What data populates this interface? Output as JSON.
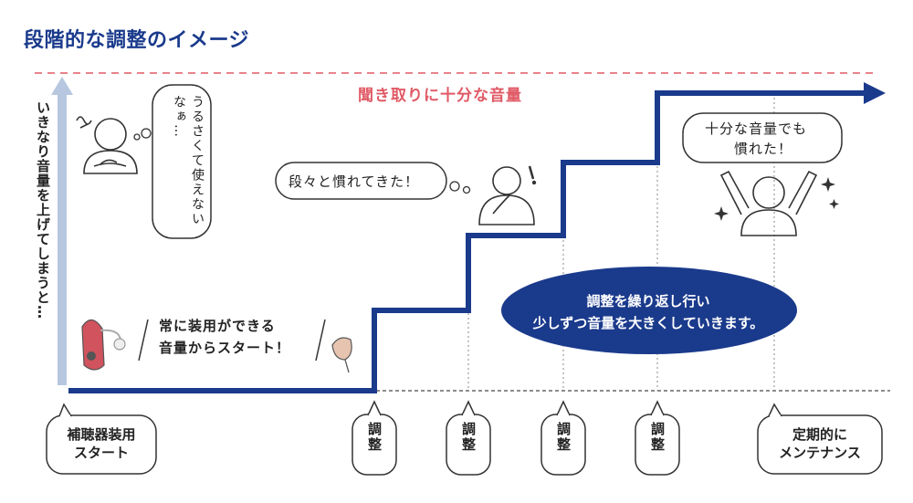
{
  "title": "段階的な調整のイメージ",
  "target_line_label": "聞き取りに十分な音量",
  "y_axis_label": "いきなり音量を上げてしまうと…",
  "bubbles": {
    "annoyed": "うるさくて使えないなぁ…",
    "getting_used": "段々と慣れてきた！",
    "used_to_full": [
      "十分な音量でも",
      "慣れた！"
    ]
  },
  "start_note": [
    "常に装用ができる",
    "音量からスタート！"
  ],
  "process_note": [
    "調整を繰り返し行い",
    "少しずつ音量を大きくしていきます。"
  ],
  "timeline_labels": {
    "start": [
      "補聴器装用",
      "スタート"
    ],
    "adjust": [
      "調整",
      "調整",
      "調整",
      "調整"
    ],
    "maintenance": [
      "定期的に",
      "メンテナンス"
    ]
  },
  "colors": {
    "title": "#1a3a8c",
    "step_line": "#1a3a8c",
    "target_line": "#e05a66",
    "axis": "#b7c7e0",
    "ellipse": "#1a3a8c"
  },
  "icons": [
    "person-thinking-icon",
    "person-chin-icon",
    "person-cheering-icon",
    "hearing-aid-bte-icon",
    "hearing-aid-ite-icon",
    "sparkle-icon"
  ]
}
